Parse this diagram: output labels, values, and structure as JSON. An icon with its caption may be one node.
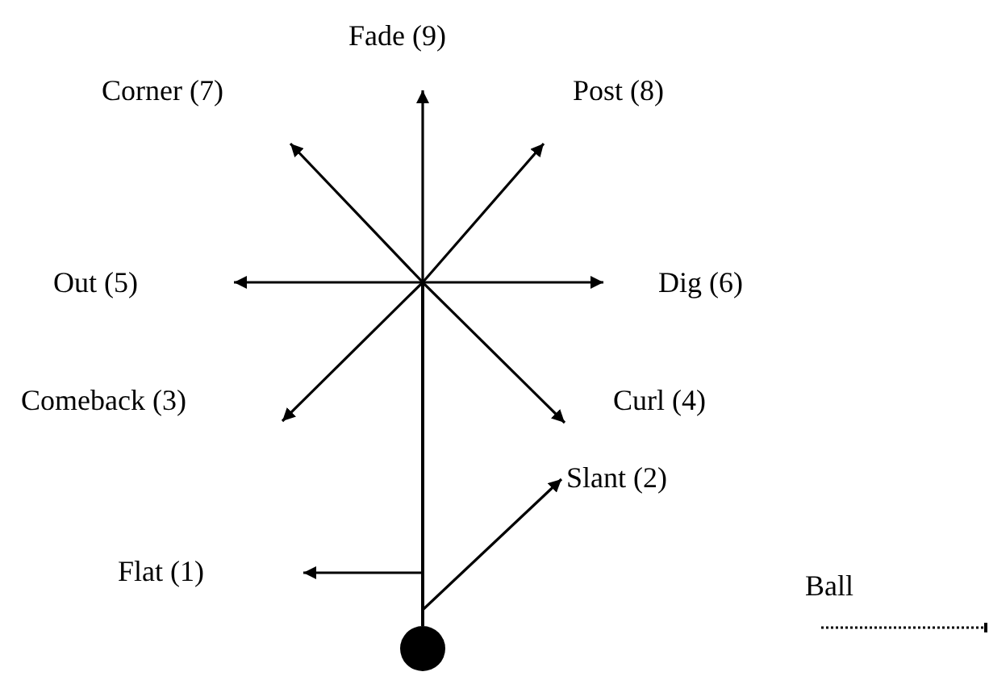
{
  "diagram": {
    "nodes": [
      {
        "text": [
          "Fade (9)"
        ]
      },
      {
        "text": [
          "Corner (7)"
        ]
      },
      {
        "text": [
          "Post (8)"
        ]
      },
      {
        "text": [
          "Out (5)"
        ]
      },
      {
        "text": [
          "Dig (6)"
        ]
      },
      {
        "text": [
          "Comeback (3)"
        ]
      },
      {
        "text": [
          "Curl (4)"
        ]
      },
      {
        "text": [
          "Slant (2)"
        ]
      },
      {
        "text": [
          "Flat (1)"
        ]
      },
      {
        "text": [],
        "shape": "circle"
      }
    ],
    "edges": [
      {
        "from": 9,
        "to": 8,
        "arrow": "to"
      },
      {
        "from": 9,
        "to": 7,
        "arrow": "to"
      },
      {
        "from": 9,
        "to": 5,
        "arrow": "to"
      },
      {
        "from": 9,
        "to": 6,
        "arrow": "to"
      },
      {
        "from": 9,
        "to": 3,
        "arrow": "to"
      },
      {
        "from": 9,
        "to": 4,
        "arrow": "to"
      },
      {
        "from": 9,
        "to": 1,
        "arrow": "to"
      },
      {
        "from": 9,
        "to": 2,
        "arrow": "to"
      },
      {
        "from": 9,
        "to": 0,
        "arrow": "to"
      }
    ],
    "labels": [
      "Ball"
    ]
  }
}
